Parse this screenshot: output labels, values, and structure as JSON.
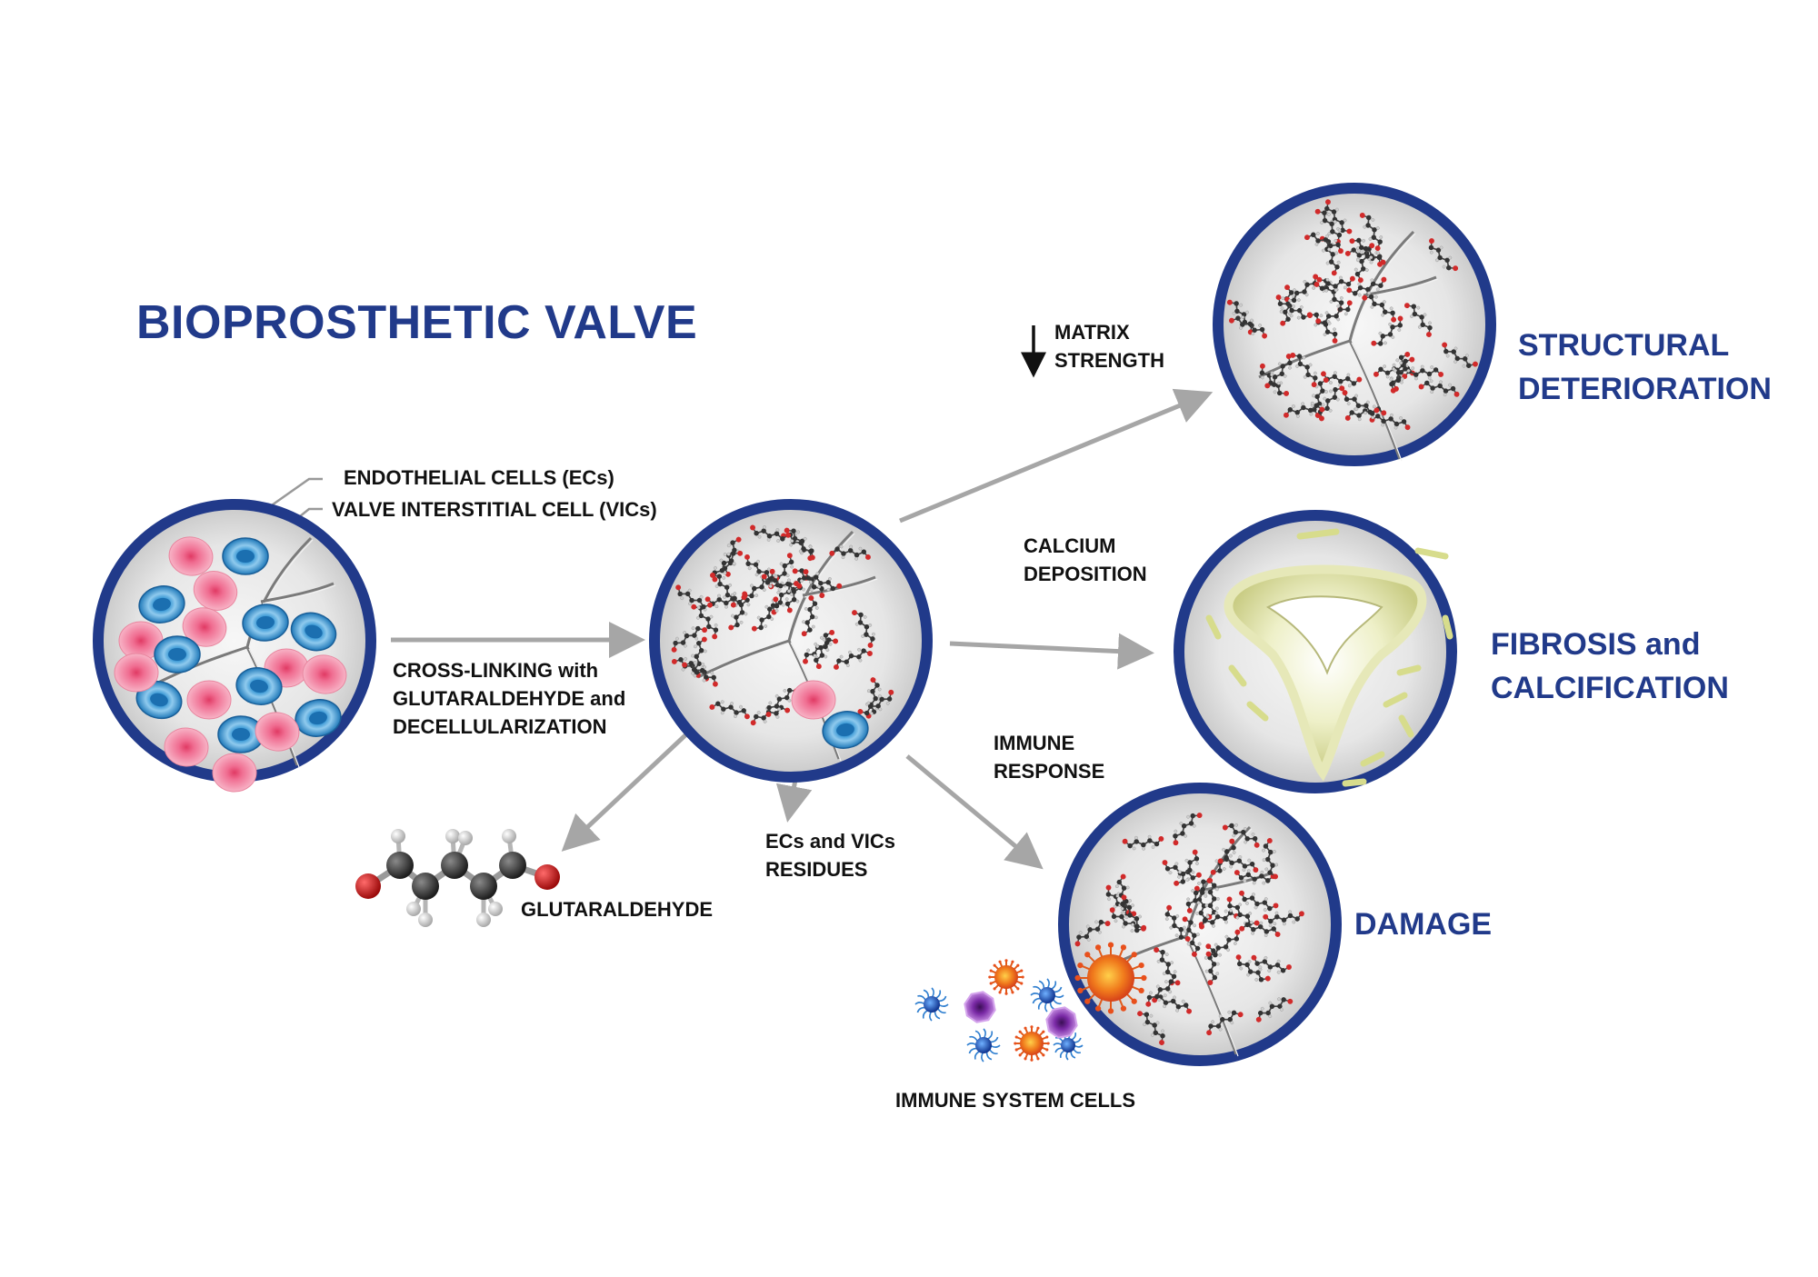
{
  "title": "BIOPROSTHETIC VALVE",
  "labels": {
    "endothelial": "ENDOTHELIAL CELLS (ECs)",
    "vic": "VALVE INTERSTITIAL CELL (VICs)",
    "crosslink": [
      "CROSS-LINKING with",
      "GLUTARALDEHYDE and",
      "DECELLULARIZATION"
    ],
    "matrix": [
      "MATRIX",
      "STRENGTH"
    ],
    "calcium": [
      "CALCIUM",
      "DEPOSITION"
    ],
    "immune_response": [
      "IMMUNE",
      "RESPONSE"
    ],
    "residues": [
      "ECs and VICs",
      "RESIDUES"
    ],
    "glutaraldehyde": "GLUTARALDEHYDE",
    "immune_cells": "IMMUNE SYSTEM CELLS"
  },
  "outcomes": {
    "structural": [
      "STRUCTURAL",
      "DETERIORATION"
    ],
    "fibrosis": [
      "FIBROSIS and",
      "CALCIFICATION"
    ],
    "damage": "DAMAGE"
  },
  "colors": {
    "ring": "#213a8a",
    "title": "#213a8a",
    "arrow": "#a6a6a6",
    "ec_cell": "#f28aa5",
    "vic_cell": "#3a9ad6",
    "oxygen": "#d12a2a",
    "carbon": "#333333",
    "hydrogen": "#cfcfcf"
  }
}
